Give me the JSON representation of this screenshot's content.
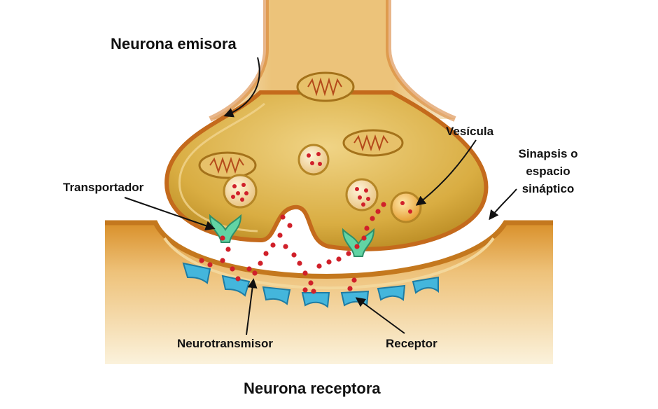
{
  "labels": {
    "neurona_emisora": "Neurona emisora",
    "vesicula": "Vesícula",
    "sinapsis": "Sinapsis o espacio sináptico",
    "transportador": "Transportador",
    "neurotransmisor": "Neurotransmisor",
    "receptor": "Receptor",
    "neurona_receptora": "Neurona receptora"
  },
  "colors": {
    "neuron_body": "#d7a53a",
    "neuron_inner": "#c79a2e",
    "neuron_edge": "#c46a1c",
    "neurotransmitter": "#d0202a",
    "receptor": "#3fb0d8",
    "transporter": "#5fcf9e"
  }
}
